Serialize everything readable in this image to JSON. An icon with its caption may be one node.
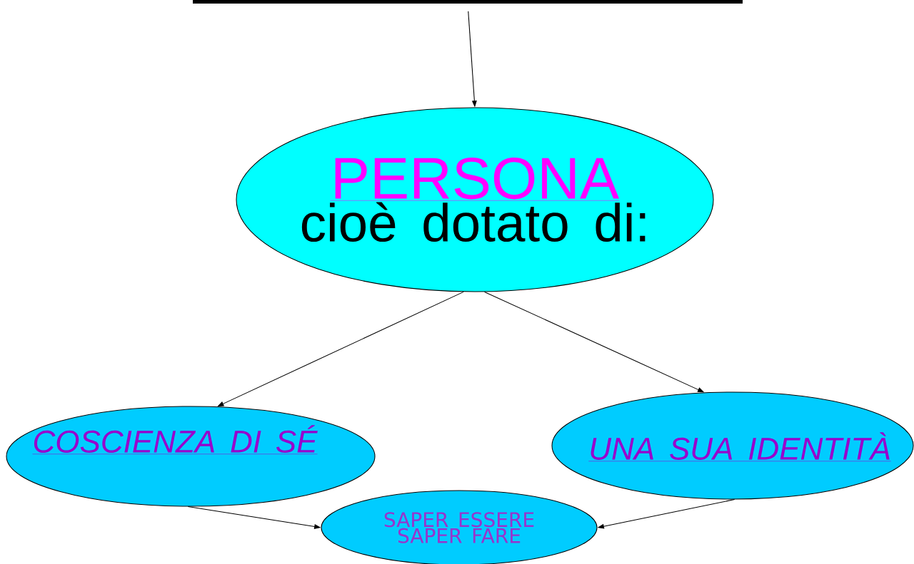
{
  "diagram": {
    "nodes": [
      {
        "text": [],
        "shape": "bar"
      },
      {
        "text": [
          "PERSONA",
          "cioè dotato di:"
        ]
      },
      {
        "text": [
          "COSCIENZA DI SÉ"
        ]
      },
      {
        "text": [
          "UNA SUA IDENTITÀ"
        ]
      },
      {
        "text": [
          "SAPER ESSERE SAPER FARE"
        ]
      }
    ],
    "edges": [
      {
        "from": 0,
        "to": 1,
        "arrow": "to"
      },
      {
        "from": 1,
        "to": 2,
        "arrow": "to"
      },
      {
        "from": 1,
        "to": 3,
        "arrow": "to"
      },
      {
        "from": 2,
        "to": 4,
        "arrow": "to"
      },
      {
        "from": 3,
        "to": 4,
        "arrow": "to"
      }
    ]
  }
}
